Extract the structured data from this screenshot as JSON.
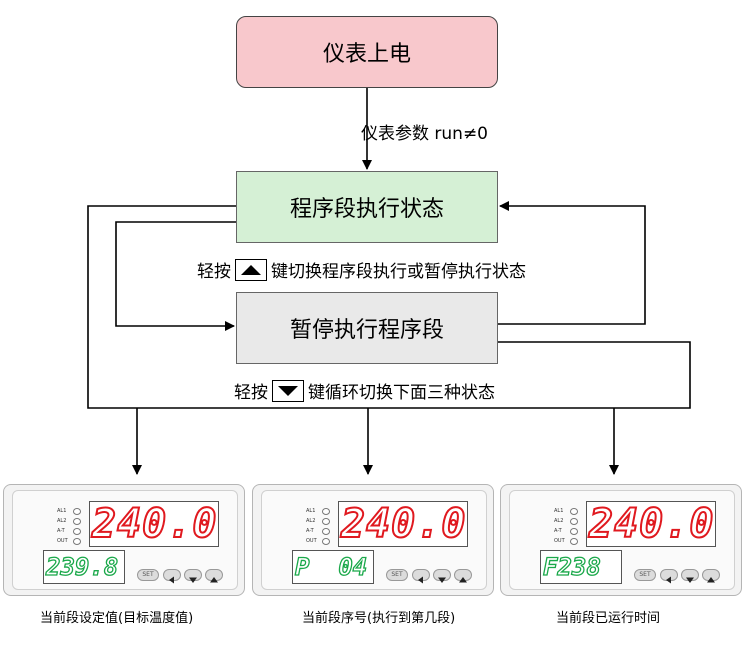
{
  "boxes": {
    "power_on": "仪表上电",
    "exec_state": "程序段执行状态",
    "pause_state": "暂停执行程序段"
  },
  "labels": {
    "run_condition": "仪表参数 run≠0",
    "up_prefix": "轻按",
    "up_suffix": "键切换程序段执行或暂停执行状态",
    "down_prefix": "轻按",
    "down_suffix": "键循环切换下面三种状态"
  },
  "panels": [
    {
      "top_value": "240.0",
      "bottom_value": "239.8",
      "caption": "当前段设定值(目标温度值)"
    },
    {
      "top_value": "240.0",
      "bottom_value": "P  04",
      "caption": "当前段序号(执行到第几段)"
    },
    {
      "top_value": "240.0",
      "bottom_value": "F238",
      "caption": "当前段已运行时间"
    }
  ],
  "indicators": [
    "AL1",
    "AL2",
    "A-T",
    "OUT"
  ],
  "set_button_label": "SET",
  "colors": {
    "power_box": "#f8c8cc",
    "exec_box": "#d5f0d5",
    "pause_box": "#e9e9e9",
    "display_red": "#e0191f",
    "display_green": "#1aa84a"
  },
  "icons": [
    "up-arrow-key-icon",
    "down-arrow-key-icon"
  ]
}
